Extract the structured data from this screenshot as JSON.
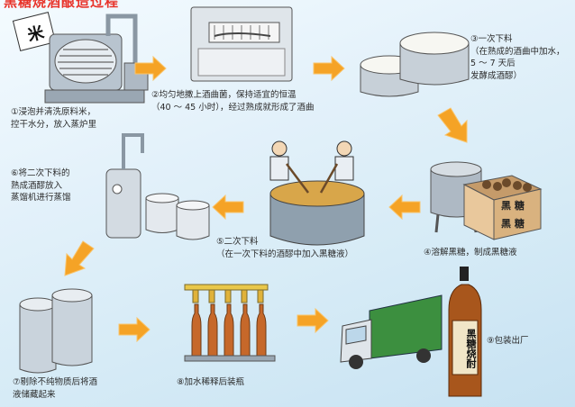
{
  "title": "黑糖烧酒酿造过程",
  "steps": [
    {
      "id": "1",
      "lines": [
        "①浸泡并清洗原料米，",
        "控干水分，放入蒸炉里"
      ]
    },
    {
      "id": "2",
      "lines": [
        "②均匀地撒上酒曲菌，保持适宜的恒温",
        "（40 ～ 45 小时），经过熟成就形成了酒曲"
      ]
    },
    {
      "id": "3",
      "lines": [
        "③一次下料",
        "（在熟成的酒曲中加水，",
        "5 ～ 7 天后",
        "发酵成酒醪）"
      ]
    },
    {
      "id": "4",
      "lines": [
        "④溶解黑糖，制成黑糖液"
      ]
    },
    {
      "id": "5",
      "lines": [
        "⑤二次下料",
        "（在一次下料的酒醪中加入黑糖液）"
      ]
    },
    {
      "id": "6",
      "lines": [
        "⑥将二次下料的",
        "熟成酒醪放入",
        "蒸馏机进行蒸馏"
      ]
    },
    {
      "id": "7",
      "lines": [
        "⑦剔除不纯物质后将酒",
        "液储藏起来"
      ]
    },
    {
      "id": "8",
      "lines": [
        "⑧加水稀释后装瓶"
      ]
    },
    {
      "id": "9",
      "lines": [
        "⑨包装出厂"
      ]
    }
  ],
  "labels": {
    "box_top": "黑 糖",
    "box_side": "黑 糖",
    "bottle": "黑糖烧酎",
    "rice_sign": "米"
  },
  "colors": {
    "arrow": "#f5a326",
    "title": "#e8342b",
    "steel": "#c9d3dc",
    "truck": "#3c8f3f",
    "bottle": "#a8561c"
  }
}
